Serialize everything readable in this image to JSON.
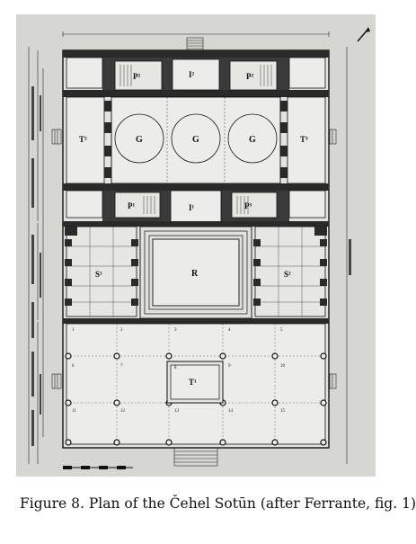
{
  "caption": "Figure 8. Plan of the Čehel Sotūn (after Ferrante, fig. 1)",
  "plan_labels": {
    "G": "G",
    "R": "R",
    "T1": "T¹",
    "T2": "T²",
    "T3": "T³",
    "P1": "P¹",
    "P2": "P²",
    "P3": "P³",
    "I2": "I²",
    "I1": "I¹",
    "S1": "S¹",
    "S2": "S²",
    "n1": "1",
    "n2": "2",
    "n3": "3",
    "n4": "4",
    "n5": "5",
    "n6": "6",
    "n7": "7",
    "n8": "8",
    "n9": "9",
    "n10": "10",
    "n11": "11",
    "n12": "12",
    "n13": "13",
    "n14": "14",
    "n15": "15"
  }
}
